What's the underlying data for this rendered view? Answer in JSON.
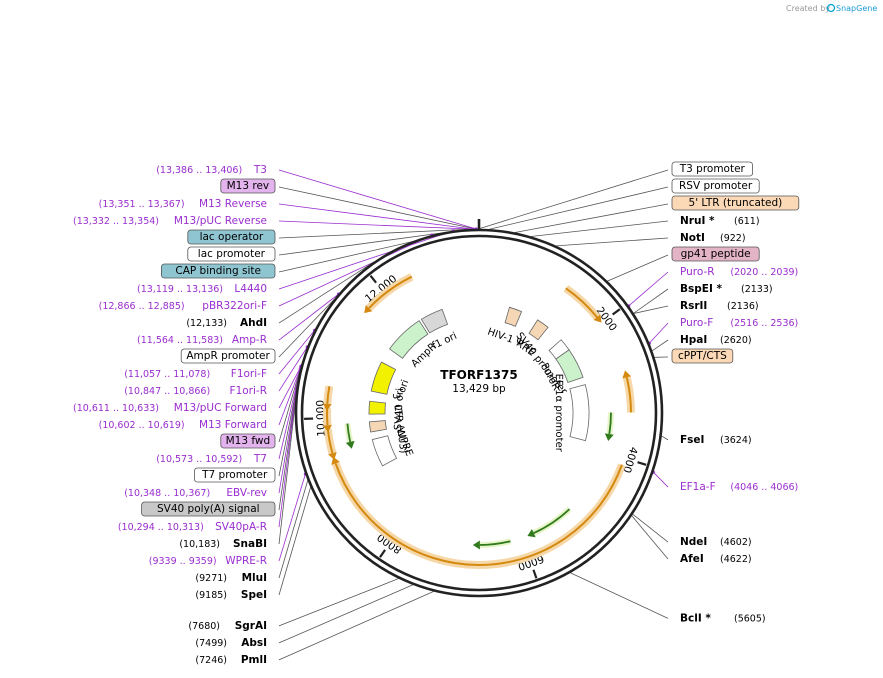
{
  "credit": {
    "prefix": "Created by",
    "brand": "SnapGene"
  },
  "plasmid": {
    "name": "TFORF1375",
    "size_label": "13,429 bp",
    "total_bp": 13429
  },
  "ticks": [
    "2000",
    "4000",
    "6000",
    "8000",
    "10,000",
    "12,000"
  ],
  "colors": {
    "primer": "#9a2dcf",
    "text": "#000000",
    "backbone": "#222222"
  },
  "labels": [
    {
      "id": "t3",
      "kind": "primer",
      "text": "T3",
      "coord": "(13,386 .. 13,406)",
      "bp": 13396,
      "side": "L"
    },
    {
      "id": "m13rev",
      "kind": "boxed",
      "text": "M13 rev",
      "bg": "#e3b3ee",
      "bp": 13390,
      "side": "L"
    },
    {
      "id": "m13reverse",
      "kind": "primer",
      "text": "M13 Reverse",
      "coord": "(13,351 .. 13,367)",
      "bp": 13359,
      "side": "L"
    },
    {
      "id": "lacop",
      "kind": "boxed",
      "text": "lac operator",
      "bg": "#8ec5d1",
      "bp": 13340,
      "side": "L"
    },
    {
      "id": "m13puc_rev",
      "kind": "primer",
      "text": "M13/pUC Reverse",
      "coord": "(13,332 .. 13,354)",
      "bp": 13343,
      "side": "L"
    },
    {
      "id": "lacprom",
      "kind": "boxed",
      "text": "lac promoter",
      "bg": "#ffffff",
      "bp": 13310,
      "side": "L"
    },
    {
      "id": "cap",
      "kind": "boxed",
      "text": "CAP binding site",
      "bg": "#8ec5d1",
      "bp": 13270,
      "side": "L"
    },
    {
      "id": "l4440",
      "kind": "primer",
      "text": "L4440",
      "coord": "(13,119 .. 13,136)",
      "bp": 13127,
      "side": "L"
    },
    {
      "id": "pbr322",
      "kind": "primer",
      "text": "pBR322ori-F",
      "coord": "(12,866 .. 12,885)",
      "bp": 12875,
      "side": "L"
    },
    {
      "id": "ahdi",
      "kind": "enzyme",
      "text": "AhdI",
      "coord": "(12,133)",
      "bp": 12133,
      "side": "L"
    },
    {
      "id": "ampr_p",
      "kind": "primer",
      "text": "Amp-R",
      "coord": "(11,564 .. 11,583)",
      "bp": 11573,
      "side": "L"
    },
    {
      "id": "amprprom",
      "kind": "boxed",
      "text": "AmpR promoter",
      "bg": "#ffffff",
      "bp": 11500,
      "side": "L"
    },
    {
      "id": "f1orif",
      "kind": "primer",
      "text": "F1ori-F",
      "coord": "(11,057 .. 11,078)",
      "bp": 11067,
      "side": "L"
    },
    {
      "id": "f1orir",
      "kind": "primer",
      "text": "F1ori-R",
      "coord": "(10,847 .. 10,866)",
      "bp": 10856,
      "side": "L"
    },
    {
      "id": "m13puc_fwd",
      "kind": "primer",
      "text": "M13/pUC Forward",
      "coord": "(10,611 .. 10,633)",
      "bp": 10622,
      "side": "L"
    },
    {
      "id": "m13forward",
      "kind": "primer",
      "text": "M13 Forward",
      "coord": "(10,602 .. 10,619)",
      "bp": 10610,
      "side": "L"
    },
    {
      "id": "m13fwd",
      "kind": "boxed",
      "text": "M13 fwd",
      "bg": "#e3b3ee",
      "bp": 10605,
      "side": "L"
    },
    {
      "id": "t7",
      "kind": "primer",
      "text": "T7",
      "coord": "(10,573 .. 10,592)",
      "bp": 10582,
      "side": "L"
    },
    {
      "id": "t7prom",
      "kind": "boxed",
      "text": "T7 promoter",
      "bg": "#ffffff",
      "bp": 10570,
      "side": "L"
    },
    {
      "id": "ebvrev",
      "kind": "primer",
      "text": "EBV-rev",
      "coord": "(10,348 .. 10,367)",
      "bp": 10357,
      "side": "L"
    },
    {
      "id": "sv40pa",
      "kind": "boxed",
      "text": "SV40 poly(A) signal",
      "bg": "#c8c8c8",
      "bp": 10330,
      "side": "L"
    },
    {
      "id": "sv40par",
      "kind": "primer",
      "text": "SV40pA-R",
      "coord": "(10,294 .. 10,313)",
      "bp": 10303,
      "side": "L"
    },
    {
      "id": "snabi",
      "kind": "enzyme",
      "text": "SnaBI",
      "coord": "(10,183)",
      "bp": 10183,
      "side": "L"
    },
    {
      "id": "wprer",
      "kind": "primer",
      "text": "WPRE-R",
      "coord": "(9339 .. 9359)",
      "bp": 9349,
      "side": "L"
    },
    {
      "id": "mlui",
      "kind": "enzyme",
      "text": "MluI",
      "coord": "(9271)",
      "bp": 9271,
      "side": "L"
    },
    {
      "id": "spei",
      "kind": "enzyme",
      "text": "SpeI",
      "coord": "(9185)",
      "bp": 9185,
      "side": "L"
    },
    {
      "id": "sgrai",
      "kind": "enzyme",
      "text": "SgrAI",
      "coord": "(7680)",
      "bp": 7680,
      "side": "L"
    },
    {
      "id": "absi",
      "kind": "enzyme",
      "text": "AbsI",
      "coord": "(7499)",
      "bp": 7499,
      "side": "L"
    },
    {
      "id": "pmli",
      "kind": "enzyme",
      "text": "PmlI",
      "coord": "(7246)",
      "bp": 7246,
      "side": "L"
    },
    {
      "id": "t3prom",
      "kind": "boxed",
      "text": "T3 promoter",
      "bg": "#ffffff",
      "bp": 13420,
      "side": "R"
    },
    {
      "id": "rsvprom",
      "kind": "boxed",
      "text": "RSV promoter",
      "bg": "#ffffff",
      "bp": 120,
      "side": "R"
    },
    {
      "id": "ltr5",
      "kind": "boxed",
      "text": "5' LTR (truncated)",
      "bg": "#fbd9b6",
      "bp": 420,
      "side": "R"
    },
    {
      "id": "nrui",
      "kind": "enzyme",
      "text": "NruI *",
      "coord": "(611)",
      "bp": 611,
      "side": "R"
    },
    {
      "id": "noti",
      "kind": "enzyme",
      "text": "NotI",
      "coord": "(922)",
      "bp": 922,
      "side": "R"
    },
    {
      "id": "gp41",
      "kind": "boxed",
      "text": "gp41 peptide",
      "bg": "#e2b4c6",
      "bp": 1650,
      "side": "R"
    },
    {
      "id": "puror",
      "kind": "primer",
      "text": "Puro-R",
      "coord": "(2020 .. 2039)",
      "bp": 2030,
      "side": "R"
    },
    {
      "id": "bspei",
      "kind": "enzyme",
      "text": "BspEI *",
      "coord": "(2133)",
      "bp": 2133,
      "side": "R"
    },
    {
      "id": "rsrii",
      "kind": "enzyme",
      "text": "RsrII",
      "coord": "(2136)",
      "bp": 2136,
      "side": "R"
    },
    {
      "id": "purof",
      "kind": "primer",
      "text": "Puro-F",
      "coord": "(2516 .. 2536)",
      "bp": 2526,
      "side": "R"
    },
    {
      "id": "hpai",
      "kind": "enzyme",
      "text": "HpaI",
      "coord": "(2620)",
      "bp": 2620,
      "side": "R"
    },
    {
      "id": "cppt",
      "kind": "boxed",
      "text": "cPPT/CTS",
      "bg": "#fbd9b6",
      "bp": 2700,
      "side": "R"
    },
    {
      "id": "fsei",
      "kind": "enzyme",
      "text": "FseI",
      "coord": "(3624)",
      "bp": 3624,
      "side": "R"
    },
    {
      "id": "ef1af",
      "kind": "primer",
      "text": "EF1a-F",
      "coord": "(4046 .. 4066)",
      "bp": 4056,
      "side": "R"
    },
    {
      "id": "ndei",
      "kind": "enzyme",
      "text": "NdeI",
      "coord": "(4602)",
      "bp": 4602,
      "side": "R"
    },
    {
      "id": "afei",
      "kind": "enzyme",
      "text": "AfeI",
      "coord": "(4622)",
      "bp": 4622,
      "side": "R"
    },
    {
      "id": "bcli",
      "kind": "enzyme",
      "text": "BclI *",
      "coord": "(5605)",
      "bp": 5605,
      "side": "R"
    }
  ],
  "features": [
    {
      "id": "ori",
      "text": "ori",
      "color": "#f2f200",
      "start": 10500,
      "end": 11100,
      "dir": 1
    },
    {
      "id": "ampr",
      "text": "AmpR",
      "color": "#ccf2cc",
      "start": 11400,
      "end": 12200,
      "dir": 1
    },
    {
      "id": "f1ori",
      "text": "f1 ori",
      "color": "#d8d8d8",
      "start": 12250,
      "end": 12700,
      "dir": 1
    },
    {
      "id": "sv40ori",
      "text": "SV40 ori",
      "color": "#f2f200",
      "start": 10050,
      "end": 10300,
      "dir": 1
    },
    {
      "id": "hiv1psi",
      "text": "HIV-1 Ψ",
      "color": "#f5d6b5",
      "start": 600,
      "end": 850,
      "dir": 1
    },
    {
      "id": "rre",
      "text": "RRE",
      "color": "#f5d6b5",
      "start": 1200,
      "end": 1450,
      "dir": 1
    },
    {
      "id": "sv40prom",
      "text": "SV40 promoter",
      "color": "#ffffff",
      "start": 1800,
      "end": 2050,
      "dir": 1
    },
    {
      "id": "puror_f",
      "text": "PuroR",
      "color": "#ccf2cc",
      "start": 2050,
      "end": 2650,
      "dir": 1
    },
    {
      "id": "ef1aprom",
      "text": "EF-1α promoter",
      "color": "#ffffff",
      "start": 2800,
      "end": 3900,
      "dir": 1
    },
    {
      "id": "ltr3",
      "text": "3' LTR (ΔU3)",
      "color": "#f5d6b5",
      "start": 9700,
      "end": 9900,
      "dir": 1
    },
    {
      "id": "wpre",
      "text": "WPRE",
      "color": "#ffffff",
      "start": 9000,
      "end": 9550,
      "dir": 1
    }
  ],
  "orf_arcs": [
    {
      "start": 1300,
      "end": 1900,
      "dir": 1
    },
    {
      "start": 2850,
      "end": 3350,
      "dir": -1
    },
    {
      "start": 4100,
      "end": 9350,
      "dir": 1
    },
    {
      "start": 9500,
      "end": 9850,
      "dir": -1
    },
    {
      "start": 9900,
      "end": 10150,
      "dir": -1
    },
    {
      "start": 10200,
      "end": 10450,
      "dir": -1
    },
    {
      "start": 11700,
      "end": 12450,
      "dir": -1
    }
  ],
  "inner_arcs": [
    {
      "start": 3350,
      "end": 3700,
      "dir": 1
    },
    {
      "start": 5100,
      "end": 5800,
      "dir": 1
    },
    {
      "start": 6200,
      "end": 6700,
      "dir": 1
    },
    {
      "start": 9600,
      "end": 9900,
      "dir": -1
    }
  ]
}
